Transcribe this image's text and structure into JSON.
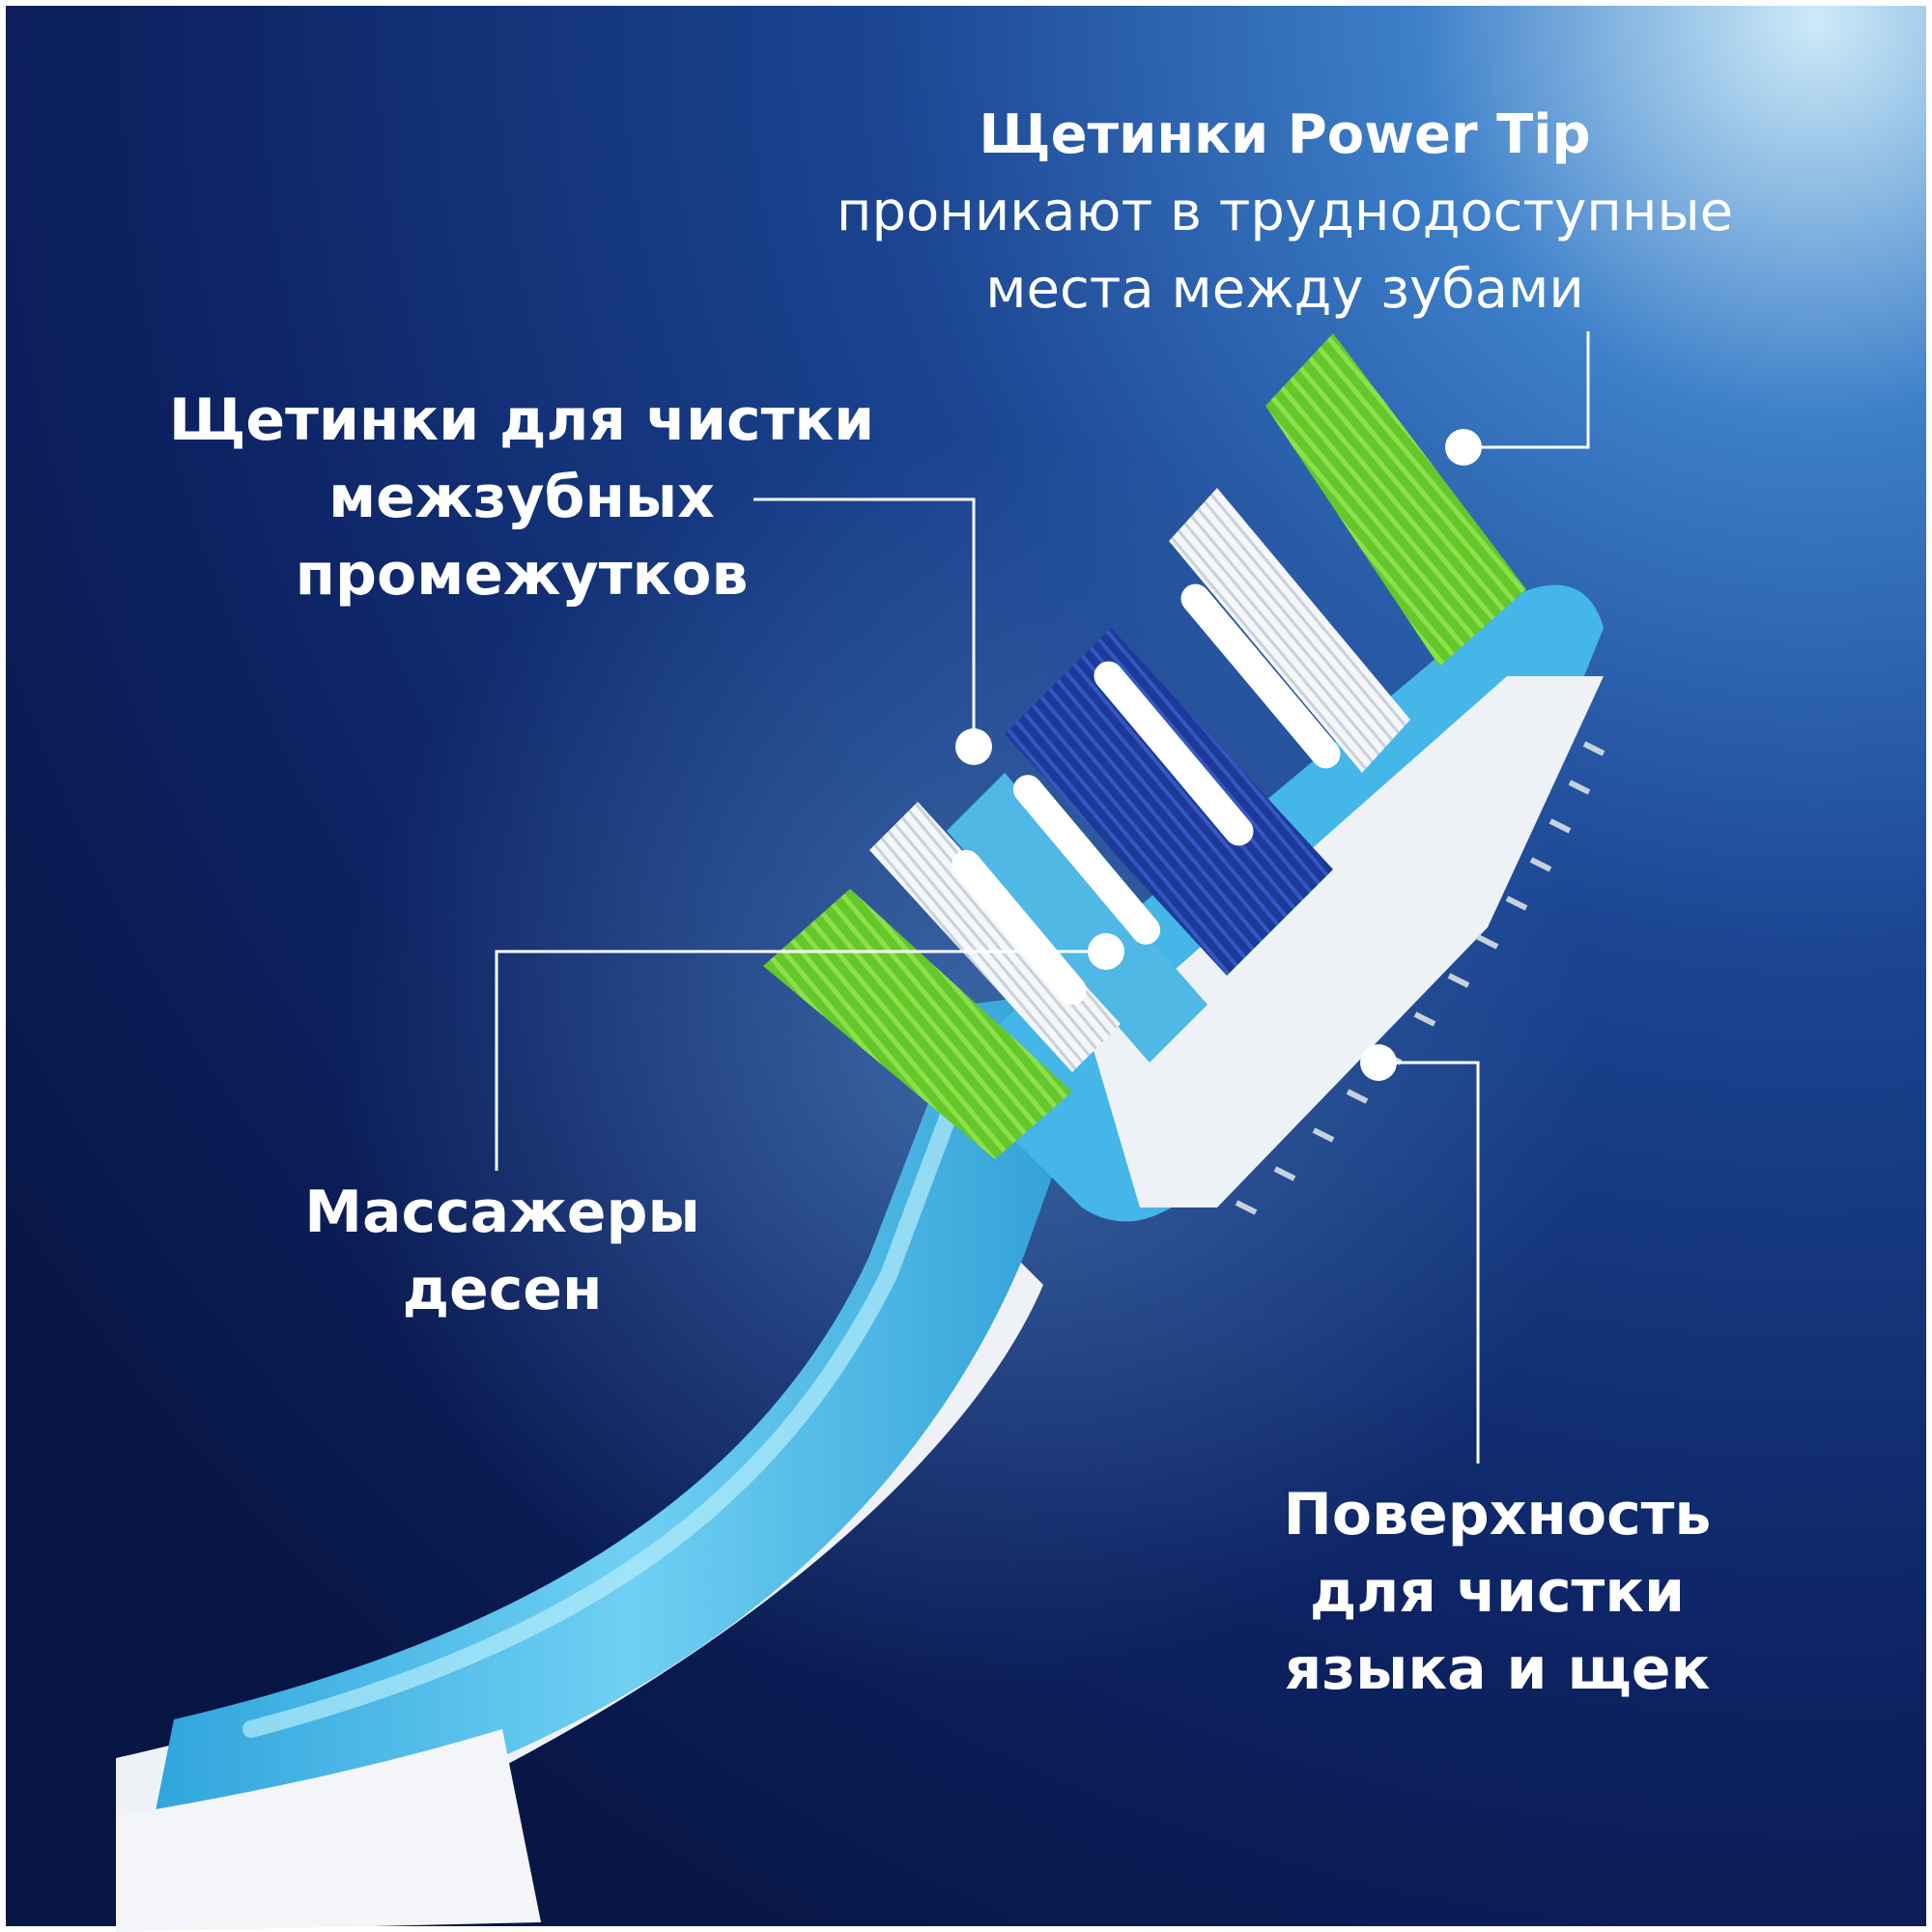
{
  "callouts": {
    "power_tip": {
      "title": "Щетинки Power Tip",
      "line2": "проникают в труднодоступные",
      "line3": "места между зубами"
    },
    "interdental": {
      "line1": "Щетинки для чистки",
      "line2": "межзубных",
      "line3": "промежутков"
    },
    "gum_massagers": {
      "line1": "Массажеры",
      "line2": "десен"
    },
    "tongue_cleaner": {
      "line1": "Поверхность",
      "line2": "для чистки",
      "line3": "языка и щек"
    }
  },
  "colors": {
    "background_dark": "#0a1a4f",
    "background_light": "#bfe4f7",
    "handle_blue": "#3fb3e6",
    "bristle_green": "#6fd12c",
    "bristle_navy": "#1f3c9c",
    "bristle_white": "#f2f4f7"
  }
}
